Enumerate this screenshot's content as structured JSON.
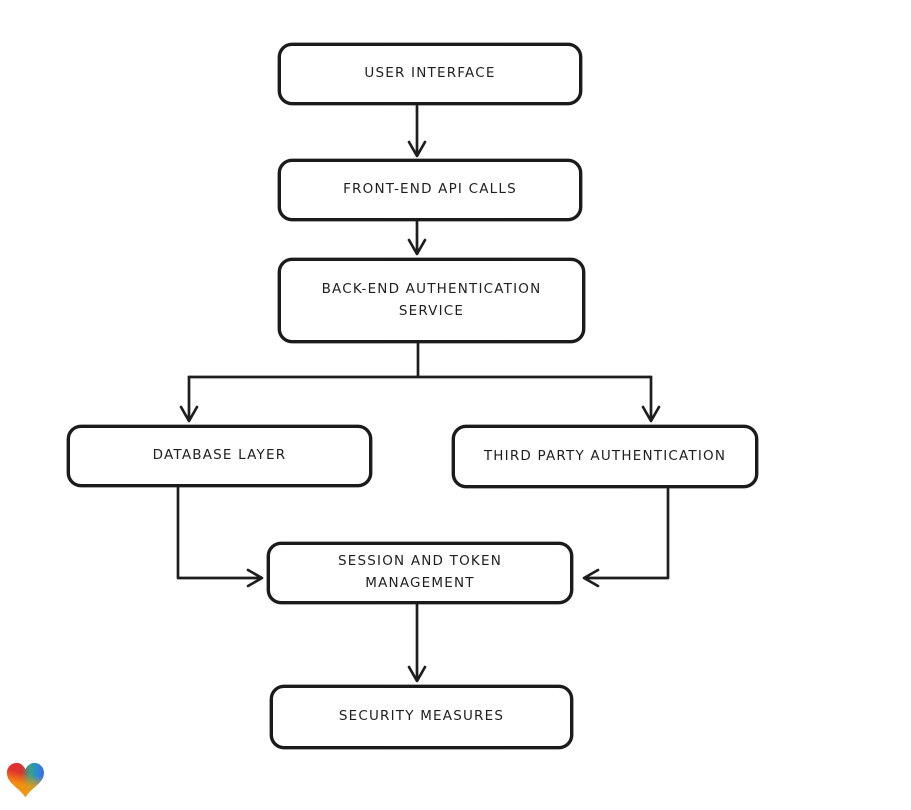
{
  "diagram": {
    "type": "flowchart",
    "style": "hand-drawn",
    "background_color": "#ffffff",
    "stroke_color": "#1e1e1e",
    "node_fill_color": "#ffffff",
    "nodes": {
      "user_interface": {
        "label": "USER INTERFACE"
      },
      "front_end_api_calls": {
        "label": "FRONT-END API CALLS"
      },
      "back_end_auth": {
        "label": "BACK-END AUTHENTICATION\nSERVICE"
      },
      "database_layer": {
        "label": "DATABASE LAYER"
      },
      "third_party_auth": {
        "label": "THIRD PARTY AUTHENTICATION"
      },
      "session_token": {
        "label": "SESSION AND TOKEN\nMANAGEMENT"
      },
      "security_measures": {
        "label": "SECURITY MEASURES"
      }
    },
    "edges": [
      {
        "from": "user_interface",
        "to": "front_end_api_calls"
      },
      {
        "from": "front_end_api_calls",
        "to": "back_end_auth"
      },
      {
        "from": "back_end_auth",
        "to": "database_layer"
      },
      {
        "from": "back_end_auth",
        "to": "third_party_auth"
      },
      {
        "from": "database_layer",
        "to": "session_token"
      },
      {
        "from": "third_party_auth",
        "to": "session_token"
      },
      {
        "from": "session_token",
        "to": "security_measures"
      }
    ]
  },
  "branding": {
    "logo": "heart-gradient-logo",
    "logo_colors": {
      "red": "#e0312e",
      "teal": "#2fa38a",
      "blue": "#2e86d6",
      "orange": "#f59c0c"
    }
  }
}
